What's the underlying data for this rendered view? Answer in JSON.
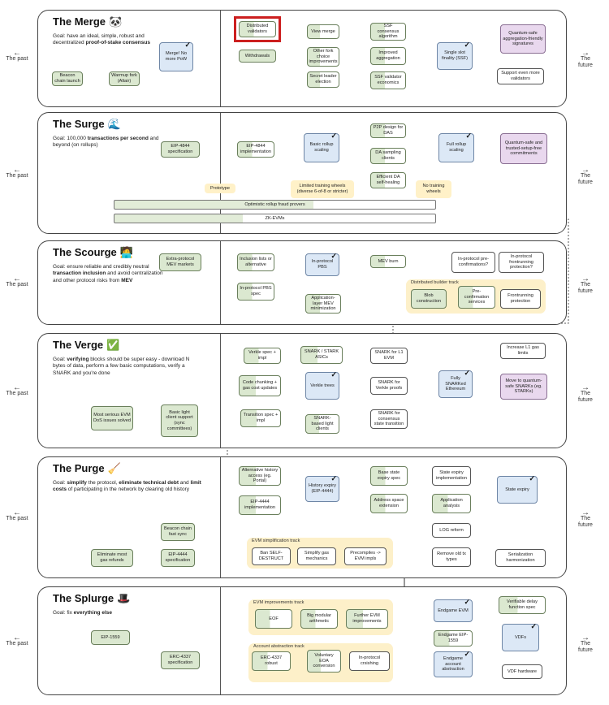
{
  "side": {
    "past": "The past",
    "future": "The future"
  },
  "merge": {
    "title": "The Merge",
    "goal_pre": "Goal: have an ideal, simple, robust and decentralized ",
    "goal_bold": "proof-of-stake consensus",
    "goal_post": "",
    "nodes": {
      "beacon": "Beacon chain launch",
      "warmup": "Warmup fork (Altair)",
      "merge": "Merge! No more PoW",
      "distributed": "Distributed validators",
      "withdrawals": "Withdrawals",
      "viewmerge": "View merge",
      "otherfork": "Other fork choice improvements",
      "secretleader": "Secret leader election",
      "ssfconsensus": "SSF consensus algorithm",
      "improvedagg": "Improved aggregation",
      "ssfvalidator": "SSF validator economics",
      "ssf": "Single slot finality (SSF)",
      "quantum": "Quantum-safe aggregation-friendly signatures",
      "support": "Support even more validators"
    }
  },
  "surge": {
    "title": "The Surge",
    "goal_pre": "Goal: 100,000 ",
    "goal_bold": "transactions per second",
    "goal_post": " and beyond (on rollups)",
    "nodes": {
      "eip4844spec": "EIP-4844 specification",
      "eip4844impl": "EIP-4844 implementation",
      "basic": "Basic rollup scaling",
      "p2p": "P2P design for DAS",
      "dasampling": "DA sampling clients",
      "efficient": "Efficient DA self-healing",
      "full": "Full rollup scaling",
      "quantum": "Quantum-safe and trusted-setup-free commitments",
      "prototype": "Prototype",
      "limited": "Limited training wheels (diverse 6-of-8 or stricter)",
      "notraining": "No training wheels",
      "optimistic": "Optimistic rollup fraud provers",
      "zkevms": "ZK-EVMs"
    }
  },
  "scourge": {
    "title": "The Scourge",
    "goal_pre": "Goal: ensure reliable and credibly neutral ",
    "goal_bold": "transaction inclusion",
    "goal_post": " and avoid centralization and other protocol risks from ",
    "goal_bold2": "MEV",
    "nodes": {
      "extra": "Extra-protocol MEV markets",
      "inclusion": "Inclusion lists or alternative",
      "pbsspec": "In-protocol PBS spec",
      "pbs": "In-protocol PBS",
      "burn": "MEV burn",
      "applayer": "Application-layer MEV minimization",
      "preconf_q": "In-protocol pre-confirmations?",
      "frontrun_q": "In-protocol frontrunning protection?",
      "track": "Distributed builder track",
      "blob": "Blob construction",
      "preconf": "Pre-confirmation services",
      "frontrun": "Frontrunning protection"
    }
  },
  "verge": {
    "title": "The Verge",
    "goal_pre": "Goal: ",
    "goal_bold": "verifying",
    "goal_post": " blocks should be super easy - download N bytes of data, perform a few basic computations, verify a SNARK and you're done",
    "nodes": {
      "verkle_spec": "Verkle spec + impl",
      "chunking": "Code chunking + gas cost updates",
      "transition": "Transition spec + impl",
      "verkle": "Verkle trees",
      "snark_asics": "SNARK / STARK ASICs",
      "snark_light": "SNARK-based light clients",
      "evm_dos": "Most serious EVM DoS issues solved",
      "basic_light": "Basic light client support (sync committees)",
      "snark_l1": "SNARK for L1 EVM",
      "snark_verkle": "SNARK for Verkle proofs",
      "snark_consensus": "SNARK for consensus state transition",
      "fully": "Fully SNARKed Ethereum",
      "increase": "Increase L1 gas limits",
      "move": "Move to quantum-safe SNARKs (eg. STARKs)"
    }
  },
  "purge": {
    "title": "The Purge",
    "goal_pre": "Goal: ",
    "goal_bold": "simplify",
    "goal_post": " the protocol, ",
    "goal_bold2": "eliminate technical debt",
    "goal_post2": " and ",
    "goal_bold3": "limit costs",
    "goal_post3": " of participating in the network by clearing old history",
    "nodes": {
      "alt_history": "Alternative history access (eg. Portal)",
      "eip4444impl": "EIP-4444 implementation",
      "history": "History expiry (EIP-4444)",
      "beacon_fast": "Beacon chain fast sync",
      "eip4444spec": "EIP-4444 specification",
      "eliminate": "Eliminate most gas refunds",
      "track": "EVM simplification track",
      "ban": "Ban SELF-DESTRUCT",
      "simplify_gas": "Simplify gas mechanics",
      "precompiles": "Precompiles -> EVM impls",
      "base_state": "Base state expiry spec",
      "state_impl": "State expiry implementation",
      "address": "Address space extension",
      "app_analysis": "Application analysis",
      "log": "LOG reform",
      "remove_old": "Remove old tx types",
      "serialization": "Serialization harmonization",
      "state_expiry": "State expiry"
    }
  },
  "splurge": {
    "title": "The Splurge",
    "goal_pre": "Goal: fix ",
    "goal_bold": "everything else",
    "goal_post": "",
    "nodes": {
      "evm_track": "EVM improvements track",
      "eof": "EOF",
      "bigmod": "Big modular arithmetic",
      "further": "Further EVM improvements",
      "eip1559": "EIP-1559",
      "aa_track": "Account abstraction track",
      "erc4337spec": "ERC-4337 specification",
      "erc4337robust": "ERC-4337 robust",
      "voluntary": "Voluntary EOA conversion",
      "inprotocol_crlisting": "In-protocol crsishing",
      "endgame_evm": "Endgame EVM",
      "endgame_1559": "Endgame EIP-1559",
      "endgame_aa": "Endgame account abstraction",
      "vdf_spec": "Verifiable delay function spec",
      "vdfs": "VDFs",
      "vdf_hw": "VDF hardware"
    }
  }
}
